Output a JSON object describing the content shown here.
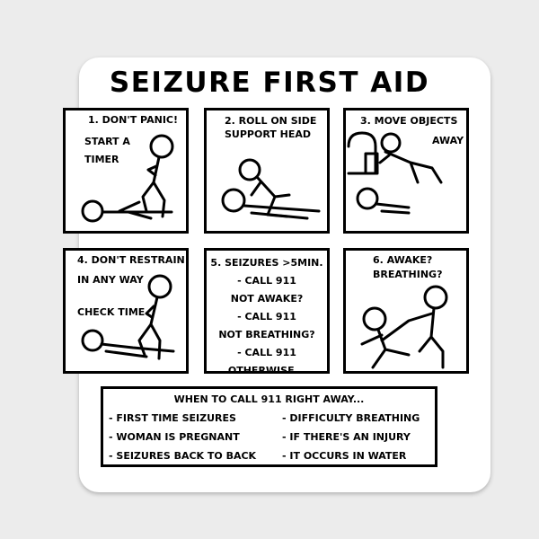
{
  "title": "SEIZURE FIRST AID",
  "panels": [
    {
      "line1": "1. DON'T PANIC!",
      "line2": "START A",
      "line3": "TIMER"
    },
    {
      "line1": "2. ROLL ON SIDE",
      "line2": "SUPPORT HEAD"
    },
    {
      "line1": "3. MOVE OBJECTS",
      "line2": "AWAY"
    },
    {
      "line1": "4. DON'T RESTRAIN",
      "line2": "IN ANY WAY",
      "line3": "CHECK TIME"
    },
    {
      "lines": [
        "5. SEIZURES >5MIN.",
        "- CALL 911",
        "NOT AWAKE?",
        "- CALL 911",
        "NOT BREATHING?",
        "- CALL 911",
        "OTHERWISE..."
      ]
    },
    {
      "line1": "6. AWAKE?",
      "line2": "BREATHING?"
    }
  ],
  "call": {
    "header": "WHEN TO CALL 911 RIGHT AWAY...",
    "left": [
      "- FIRST TIME SEIZURES",
      "- WOMAN IS PREGNANT",
      "- SEIZURES BACK TO BACK"
    ],
    "right": [
      "- DIFFICULTY BREATHING",
      "- IF THERE'S AN INJURY",
      "- IT OCCURS IN WATER"
    ]
  }
}
